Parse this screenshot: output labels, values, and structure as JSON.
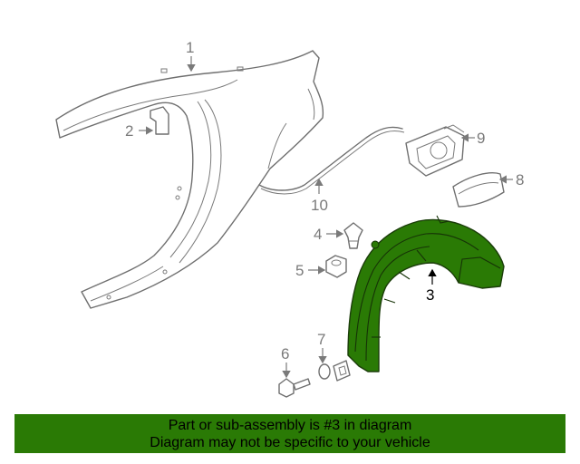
{
  "highlight_color": "#2a7a05",
  "callouts": [
    "1",
    "2",
    "3",
    "4",
    "5",
    "6",
    "7",
    "8",
    "9",
    "10"
  ],
  "highlighted_callout": "3",
  "banner": {
    "line1": "Part or sub-assembly is #3 in diagram",
    "line2": "Diagram may not be specific to your vehicle"
  }
}
